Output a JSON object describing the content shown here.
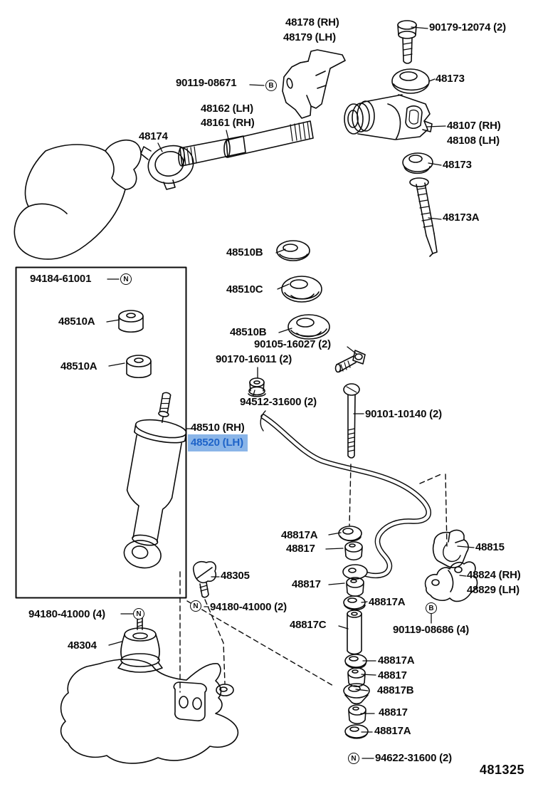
{
  "diagram": {
    "number": "481325",
    "highlight": {
      "bg": "#8ab5e8",
      "fg": "#1e63c8"
    }
  },
  "labels": [
    {
      "text": "48178 (RH)"
    },
    {
      "text": "48179 (LH)"
    },
    {
      "text": "90179-12074 (2)"
    },
    {
      "text": "90119-08671"
    },
    {
      "text": "48173"
    },
    {
      "text": "48162 (LH)"
    },
    {
      "text": "48161 (RH)"
    },
    {
      "text": "48174"
    },
    {
      "text": "48107 (RH)"
    },
    {
      "text": "48108 (LH)"
    },
    {
      "text": "48173"
    },
    {
      "text": "48173A"
    },
    {
      "text": "48510B"
    },
    {
      "text": "48510C"
    },
    {
      "text": "48510B"
    },
    {
      "text": "90105-16027 (2)"
    },
    {
      "text": "90170-16011 (2)"
    },
    {
      "text": "94512-31600 (2)"
    },
    {
      "text": "90101-10140 (2)"
    },
    {
      "text": "48510 (RH)"
    },
    {
      "text": "48520 (LH)"
    },
    {
      "text": "94184-61001"
    },
    {
      "text": "48510A"
    },
    {
      "text": "48510A"
    },
    {
      "text": "48817A"
    },
    {
      "text": "48817"
    },
    {
      "text": "48815"
    },
    {
      "text": "48824 (RH)"
    },
    {
      "text": "48829 (LH)"
    },
    {
      "text": "48817"
    },
    {
      "text": "48817A"
    },
    {
      "text": "48817C"
    },
    {
      "text": "90119-08686 (4)"
    },
    {
      "text": "94180-41000 (2)"
    },
    {
      "text": "94180-41000 (4)"
    },
    {
      "text": "48304"
    },
    {
      "text": "48305"
    },
    {
      "text": "48817A"
    },
    {
      "text": "48817"
    },
    {
      "text": "48817B"
    },
    {
      "text": "48817"
    },
    {
      "text": "48817A"
    },
    {
      "text": "94622-31600 (2)"
    },
    {
      "text": "481325"
    }
  ],
  "circles": [
    {
      "letter": "B"
    },
    {
      "letter": "N"
    },
    {
      "letter": "N"
    },
    {
      "letter": "N"
    },
    {
      "letter": "B"
    },
    {
      "letter": "N"
    }
  ]
}
